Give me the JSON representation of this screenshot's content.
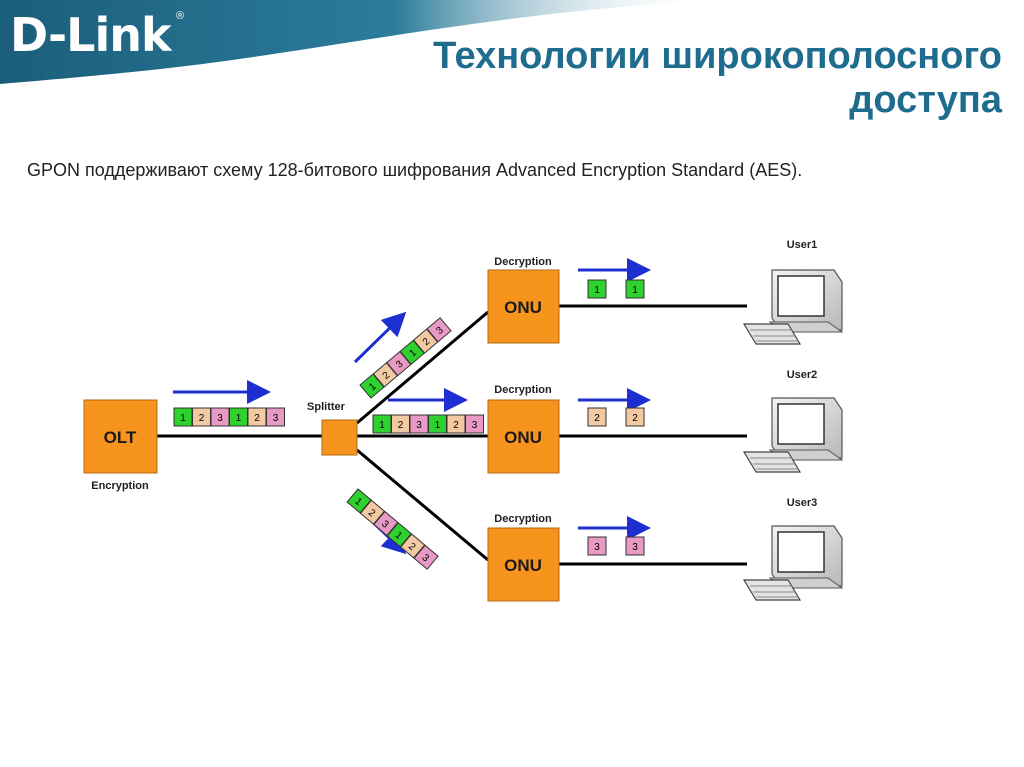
{
  "header": {
    "logo_text": "D-Link",
    "logo_reg": "®",
    "title_line1": "Технологии широкополосного",
    "title_line2": "доступа"
  },
  "subtitle": "GPON поддерживают схему 128-битового шифрования Advanced Encryption Standard (AES).",
  "diagram": {
    "olt": {
      "label": "OLT",
      "caption": "Encryption"
    },
    "splitter": {
      "label": "Splitter"
    },
    "onus": [
      {
        "label": "ONU",
        "caption": "Decryption",
        "user": "User1",
        "packets": [
          "1",
          "1"
        ]
      },
      {
        "label": "ONU",
        "caption": "Decryption",
        "user": "User2",
        "packets": [
          "2",
          "2"
        ]
      },
      {
        "label": "ONU",
        "caption": "Decryption",
        "user": "User3",
        "packets": [
          "3",
          "3"
        ]
      }
    ],
    "packet_sequence": [
      "1",
      "2",
      "3",
      "1",
      "2",
      "3"
    ],
    "packet_colors": {
      "1": "#2ed12e",
      "2": "#f2c9a0",
      "3": "#e899c4"
    },
    "colors": {
      "box_fill": "#f7941d",
      "line": "#000000",
      "arrow": "#1d2fd1",
      "title": "#1f6d8e",
      "logo_band": "#1b5e7b"
    }
  }
}
